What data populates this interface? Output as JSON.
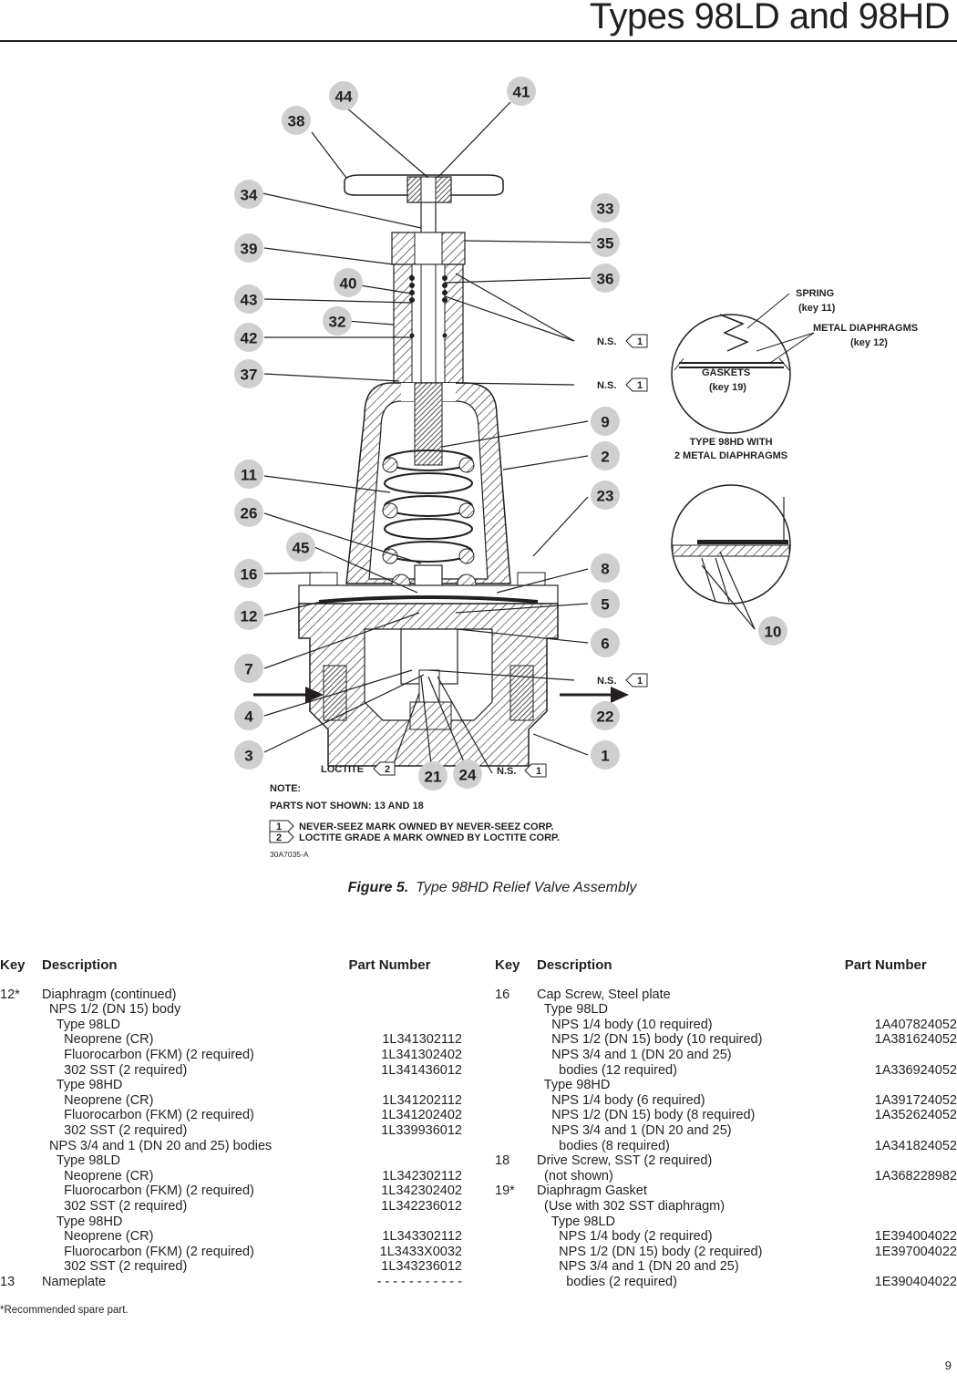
{
  "header": {
    "title": "Types 98LD and 98HD"
  },
  "figure": {
    "caption_label": "Figure 5.",
    "caption_text": "Type 98HD Relief Valve Assembly",
    "drawing_number": "30A7035-A",
    "callouts": [
      "44",
      "41",
      "38",
      "34",
      "33",
      "39",
      "35",
      "40",
      "36",
      "43",
      "32",
      "42",
      "37",
      "9",
      "2",
      "11",
      "23",
      "26",
      "45",
      "16",
      "8",
      "12",
      "5",
      "6",
      "7",
      "4",
      "22",
      "3",
      "1",
      "21",
      "24",
      "10"
    ],
    "ns_label": "N.S.",
    "loctite_label": "LOCTITE",
    "flag_1": "1",
    "flag_2": "2",
    "detail_spring": "SPRING",
    "detail_spring_key": "(key 11)",
    "detail_metal": "METAL DIAPHRAGMS",
    "detail_metal_key": "(key 12)",
    "detail_gaskets": "GASKETS",
    "detail_gaskets_key": "(key 19)",
    "detail_title_1": "TYPE 98HD WITH",
    "detail_title_2": "2 METAL DIAPHRAGMS",
    "note_title": "NOTE:",
    "note_parts": "PARTS NOT SHOWN: 13 AND 18",
    "note_1": "NEVER-SEEZ MARK OWNED BY NEVER-SEEZ CORP.",
    "note_2": "LOCTITE GRADE A MARK OWNED BY LOCTITE CORP."
  },
  "table_headers": {
    "key": "Key",
    "description": "Description",
    "part_number": "Part Number"
  },
  "left_rows": [
    {
      "key": "12*",
      "desc": "Diaphragm (continued)",
      "pn": ""
    },
    {
      "key": "",
      "desc": "  NPS 1/2 (DN 15) body",
      "pn": ""
    },
    {
      "key": "",
      "desc": "    Type 98LD",
      "pn": ""
    },
    {
      "key": "",
      "desc": "      Neoprene (CR)",
      "pn": "1L341302112"
    },
    {
      "key": "",
      "desc": "      Fluorocarbon (FKM) (2 required)",
      "pn": "1L341302402"
    },
    {
      "key": "",
      "desc": "      302 SST (2 required)",
      "pn": "1L341436012"
    },
    {
      "key": "",
      "desc": "    Type 98HD",
      "pn": ""
    },
    {
      "key": "",
      "desc": "      Neoprene (CR)",
      "pn": "1L341202112"
    },
    {
      "key": "",
      "desc": "      Fluorocarbon (FKM) (2 required)",
      "pn": "1L341202402"
    },
    {
      "key": "",
      "desc": "      302 SST (2 required)",
      "pn": "1L339936012"
    },
    {
      "key": "",
      "desc": "  NPS 3/4 and 1 (DN 20 and 25) bodies",
      "pn": ""
    },
    {
      "key": "",
      "desc": "    Type 98LD",
      "pn": ""
    },
    {
      "key": "",
      "desc": "      Neoprene (CR)",
      "pn": "1L342302112"
    },
    {
      "key": "",
      "desc": "      Fluorocarbon (FKM) (2 required)",
      "pn": "1L342302402"
    },
    {
      "key": "",
      "desc": "      302 SST (2 required)",
      "pn": "1L342236012"
    },
    {
      "key": "",
      "desc": "    Type 98HD",
      "pn": ""
    },
    {
      "key": "",
      "desc": "      Neoprene (CR)",
      "pn": "1L343302112"
    },
    {
      "key": "",
      "desc": "      Fluorocarbon (FKM) (2 required)",
      "pn": "1L3433X0032"
    },
    {
      "key": "",
      "desc": "      302 SST (2 required)",
      "pn": "1L343236012"
    },
    {
      "key": "13",
      "desc": "Nameplate",
      "pn": "- - - - - - - - - - -"
    }
  ],
  "right_rows": [
    {
      "key": "16",
      "desc": "Cap Screw, Steel plate",
      "pn": ""
    },
    {
      "key": "",
      "desc": "  Type 98LD",
      "pn": ""
    },
    {
      "key": "",
      "desc": "    NPS 1/4 body (10 required)",
      "pn": "1A407824052"
    },
    {
      "key": "",
      "desc": "    NPS 1/2 (DN 15) body (10 required)",
      "pn": "1A381624052"
    },
    {
      "key": "",
      "desc": "    NPS 3/4 and 1 (DN 20 and 25)",
      "pn": ""
    },
    {
      "key": "",
      "desc": "      bodies (12 required)",
      "pn": "1A336924052"
    },
    {
      "key": "",
      "desc": "  Type 98HD",
      "pn": ""
    },
    {
      "key": "",
      "desc": "    NPS 1/4 body (6 required)",
      "pn": "1A391724052"
    },
    {
      "key": "",
      "desc": "    NPS 1/2 (DN 15) body (8 required)",
      "pn": "1A352624052"
    },
    {
      "key": "",
      "desc": "    NPS 3/4 and 1 (DN 20 and 25)",
      "pn": ""
    },
    {
      "key": "",
      "desc": "      bodies (8 required)",
      "pn": "1A341824052"
    },
    {
      "key": "18",
      "desc": "Drive Screw, SST (2 required)",
      "pn": ""
    },
    {
      "key": "",
      "desc": "  (not shown)",
      "pn": "1A368228982"
    },
    {
      "key": "19*",
      "desc": "Diaphragm Gasket",
      "pn": ""
    },
    {
      "key": "",
      "desc": "  (Use with 302 SST diaphragm)",
      "pn": ""
    },
    {
      "key": "",
      "desc": "    Type 98LD",
      "pn": ""
    },
    {
      "key": "",
      "desc": "      NPS 1/4 body (2 required)",
      "pn": "1E394004022"
    },
    {
      "key": "",
      "desc": "      NPS 1/2 (DN 15) body (2 required)",
      "pn": "1E397004022"
    },
    {
      "key": "",
      "desc": "      NPS 3/4 and 1 (DN 20 and 25)",
      "pn": ""
    },
    {
      "key": "",
      "desc": "        bodies (2 required)",
      "pn": "1E390404022"
    }
  ],
  "footnote": "*Recommended spare part.",
  "page_number": "9"
}
